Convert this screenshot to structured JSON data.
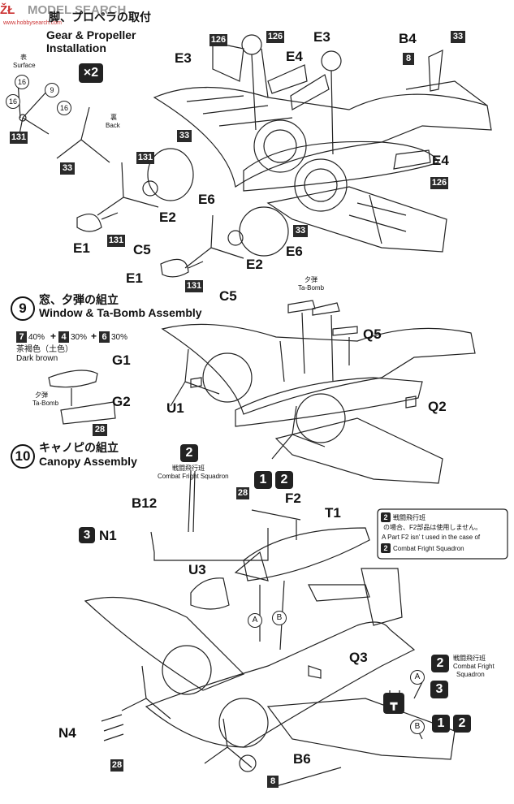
{
  "watermark": {
    "a": "ŽŁ",
    "b": "MODEL",
    "c": "SEARCH",
    "url": "www.hobbysearch.com"
  },
  "step8": {
    "title_jp": "脚、プロペラの取付",
    "title_en1": "Gear & Propeller",
    "title_en2": "Installation",
    "multiplier": "×2",
    "surface_jp": "表",
    "surface_en": "Surface",
    "back_jp": "裏",
    "back_en": "Back"
  },
  "step9": {
    "number": "9",
    "title_jp": "窓、夕弾の組立",
    "title_en": "Window & Ta-Bomb Assembly",
    "paint_a": "7",
    "paint_a_pct": "40%",
    "paint_b": "4",
    "paint_b_pct": "30%",
    "paint_c": "6",
    "paint_c_pct": "30%",
    "plus": "+",
    "color_jp": "茶褐色（土色）",
    "color_en": "Dark brown",
    "tabomb_jp": "夕弾",
    "tabomb_en": "Ta-Bomb"
  },
  "step10": {
    "number": "10",
    "title_jp": "キャノピの組立",
    "title_en": "Canopy Assembly",
    "squad_num": "2",
    "squad_jp": "戦闘飛行班",
    "squad_en": "Combat Fright Squadron",
    "note_line1": "戦闘飛行班",
    "note_line2": "の場合、F2部品は使用しません。",
    "note_line3": "A Part F2 isn' t used in the case of",
    "note_line4": "Combat Fright Squadron",
    "side_jp": "戦闘飛行班",
    "side_en1": "Combat Fright",
    "side_en2": "Squadron",
    "opt_one": "1",
    "opt_two": "2",
    "opt_three": "3",
    "a": "A",
    "b": "B"
  },
  "parts": {
    "E3a": "E3",
    "E3b": "E3",
    "E4a": "E4",
    "E4b": "E4",
    "B4": "B4",
    "E6a": "E6",
    "E6b": "E6",
    "E2a": "E2",
    "E2b": "E2",
    "E1a": "E1",
    "E1b": "E1",
    "C5a": "C5",
    "C5b": "C5",
    "G1": "G1",
    "G2": "G2",
    "U1": "U1",
    "Q5": "Q5",
    "Q2": "Q2",
    "B12": "B12",
    "F2": "F2",
    "T1": "T1",
    "N1": "N1",
    "U3": "U3",
    "Q3": "Q3",
    "N4": "N4",
    "B6": "B6"
  },
  "codes": {
    "c126": "126",
    "c33": "33",
    "c8": "8",
    "c131": "131",
    "c16": "16",
    "c9": "9",
    "c28": "28"
  }
}
